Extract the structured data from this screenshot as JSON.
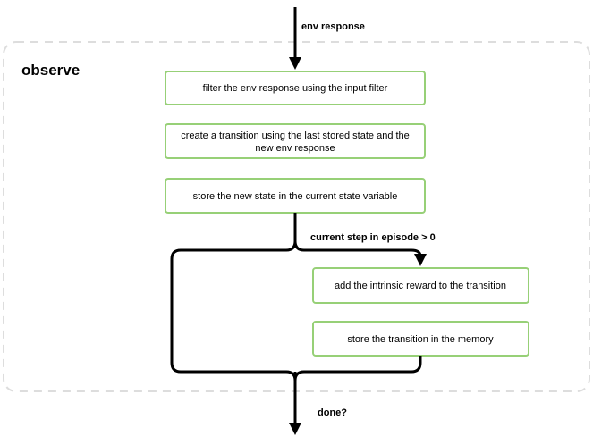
{
  "diagram": {
    "container": {
      "title": "observe"
    },
    "steps": {
      "filter": "filter the env response using the input filter",
      "create_transition_line1": "create a transition using the last stored state and the",
      "create_transition_line2": "new env response",
      "store_state": "store the new state in the current state variable",
      "add_reward": "add the intrinsic reward to the transition",
      "store_transition": "store the transition in the memory"
    },
    "edge_labels": {
      "input": "env response",
      "condition": "current step in episode > 0",
      "output": "done?"
    },
    "colors": {
      "box_border": "#97d077",
      "container_border": "#dddddd",
      "line": "#000000"
    }
  }
}
